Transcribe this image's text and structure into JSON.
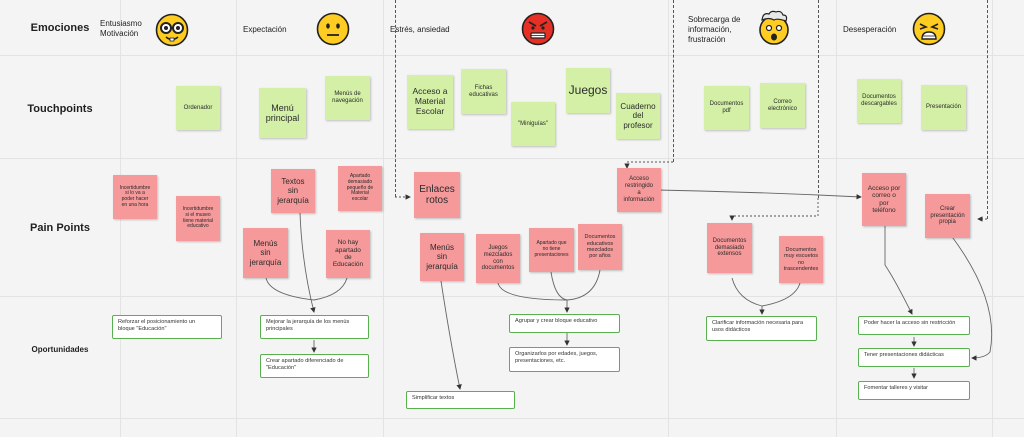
{
  "rows": {
    "emociones": "Emociones",
    "touchpoints": "Touchpoints",
    "pain_points": "Pain Points",
    "oportunidades": "Oportunidades"
  },
  "stages": [
    {
      "emotion": "Entusiasmo\nMotivación",
      "emoji": "nerd-face-icon"
    },
    {
      "emotion": "Expectación",
      "emoji": "neutral-face-icon"
    },
    {
      "emotion": "Estrés, ansiedad",
      "emoji": "angry-face-icon"
    },
    {
      "emotion": "Sobrecarga de\ninformación,\nfrustración",
      "emoji": "exploding-head-icon"
    },
    {
      "emotion": "Desesperación",
      "emoji": "anxious-face-icon"
    }
  ],
  "touchpoints": [
    "Ordenador",
    "Menú\nprincipal",
    "Menús de\nnavegación",
    "Acceso a\nMaterial\nEscolar",
    "Fichas\neducativas",
    "\"Miniguías\"",
    "Juegos",
    "Cuaderno\ndel\nprofesor",
    "Documentos\npdf",
    "Correo\nelectrónico",
    "Documentos\ndescargables",
    "Presentación"
  ],
  "pain_points": [
    "Incertidumbre\nsi lo va a\npoder hacer\nen una hora",
    "Incertidumbre\nsi el museo\ntiene material\neducativo",
    "Textos\nsin\njerarquía",
    "Apartado\ndemasiado\npequeño de\nMaterial\nescolar",
    "Menús\nsin\njerarquía",
    "No hay\napartado\nde\nEducación",
    "Enlaces\nrotos",
    "Menús\nsin\njerarquía",
    "Juegos\nmezclados\ncon\ndocumentos",
    "Apartado que\nno tiene\npresentaciones",
    "Documentos\neducativos\nmezclados\npor años",
    "Acceso\nrestringido\na\ninformación",
    "Documentos\ndemasiado\nextensos",
    "Documentos\nmuy escuetos\nno\ntrascendentes",
    "Acceso por\ncorreo o\npor\nteléfono",
    "Crear\npresentación\npropia"
  ],
  "opportunities": [
    "Reforzar el posicionamiento un\nbloque \"Educación\"",
    "Mejorar la jerarquía de los menús\nprincipales",
    "Crear apartado diferenciado de\n\"Educación\"",
    "Agrupar y crear bloque educativo",
    "Organizarlos por edades, juegos,\npresentaciones, etc.",
    "Simplificar textos",
    "Clarificar información necesaria para\nusos didácticos",
    "Poder hacer la acceso sin restricción",
    "Tener presentaciones didácticas",
    "Fomentar talleres y visitar"
  ],
  "colors": {
    "touchpoint_note": "#d3f0a6",
    "pain_note": "#f5999a",
    "opportunity_border": "#58b04f"
  }
}
